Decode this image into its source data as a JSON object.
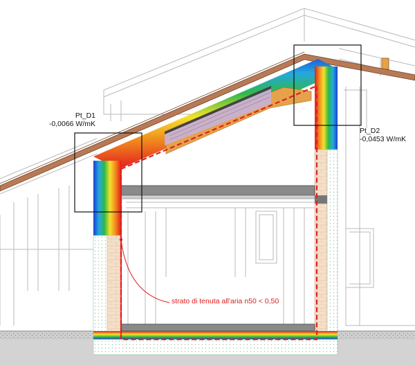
{
  "labels": {
    "d1": {
      "id": "Pt_D1",
      "value": "-0,0066 W/mK"
    },
    "d2": {
      "id": "Pt_D2",
      "value": "-0,0453 W/mK"
    },
    "airtight": "strato di tenuta all'aria n50 < 0,50"
  },
  "colors": {
    "roof_finish": "#b87a55",
    "wood": "#e5a24a",
    "thermal_cold": "#1e3fd0",
    "thermal_mid": "#2fb84a",
    "thermal_warm": "#f5e12b",
    "thermal_hot": "#e41e1e",
    "airtight_line": "#e02020",
    "wall_insulation": "#f6dfc8",
    "base_insulation": "#9fe0b8"
  }
}
